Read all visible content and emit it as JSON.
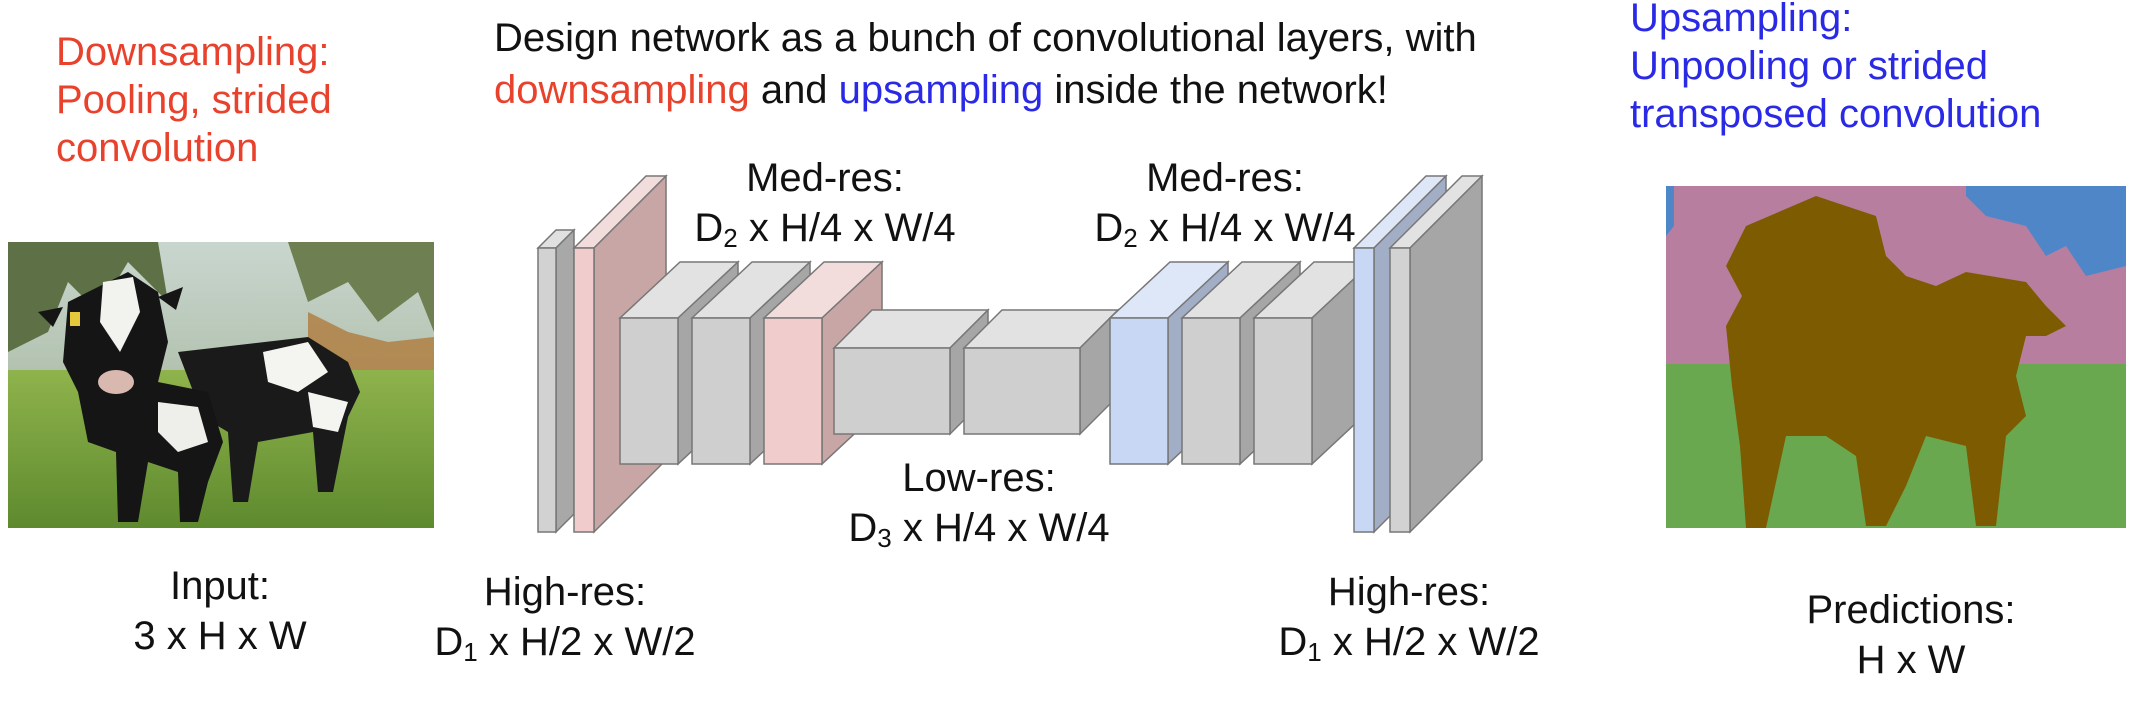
{
  "downsampling": {
    "title": "Downsampling:",
    "line1": "Pooling, strided",
    "line2": "convolution"
  },
  "upsampling": {
    "title": "Upsampling:",
    "line1": "Unpooling or strided",
    "line2": "transposed convolution"
  },
  "heading": {
    "line1": "Design network as a bunch of convolutional layers, with",
    "word_down": "downsampling",
    "word_and": " and ",
    "word_up": "upsampling",
    "word_rest": " inside the network!"
  },
  "labels": {
    "input_title": "Input:",
    "input_dims": "3 x H x W",
    "highres_left_title": "High-res:",
    "highres_left_d": "D",
    "highres_left_sub": "1",
    "highres_left_rest": " x H/2 x W/2",
    "medres_left_title": "Med-res:",
    "medres_left_d": "D",
    "medres_left_sub": "2",
    "medres_left_rest": " x H/4 x W/4",
    "lowres_title": "Low-res:",
    "lowres_d": "D",
    "lowres_sub": "3",
    "lowres_rest": " x H/4 x W/4",
    "medres_right_title": "Med-res:",
    "medres_right_d": "D",
    "medres_right_sub": "2",
    "medres_right_rest": " x H/4 x W/4",
    "highres_right_title": "High-res:",
    "highres_right_d": "D",
    "highres_right_sub": "1",
    "highres_right_rest": " x H/2 x W/2",
    "predictions_title": "Predictions:",
    "predictions_dims": "H x W"
  },
  "colors": {
    "red_text": "#e8412c",
    "blue_text": "#2a2ae6",
    "gray_block": "#c8c8c8",
    "pink_block": "#eec8c8",
    "blue_block": "#c8d8f4",
    "seg_pink": "#b87ea0",
    "seg_blue": "#4f86c8",
    "seg_grass": "#6aa84f",
    "seg_cow": "#7d5b00"
  }
}
